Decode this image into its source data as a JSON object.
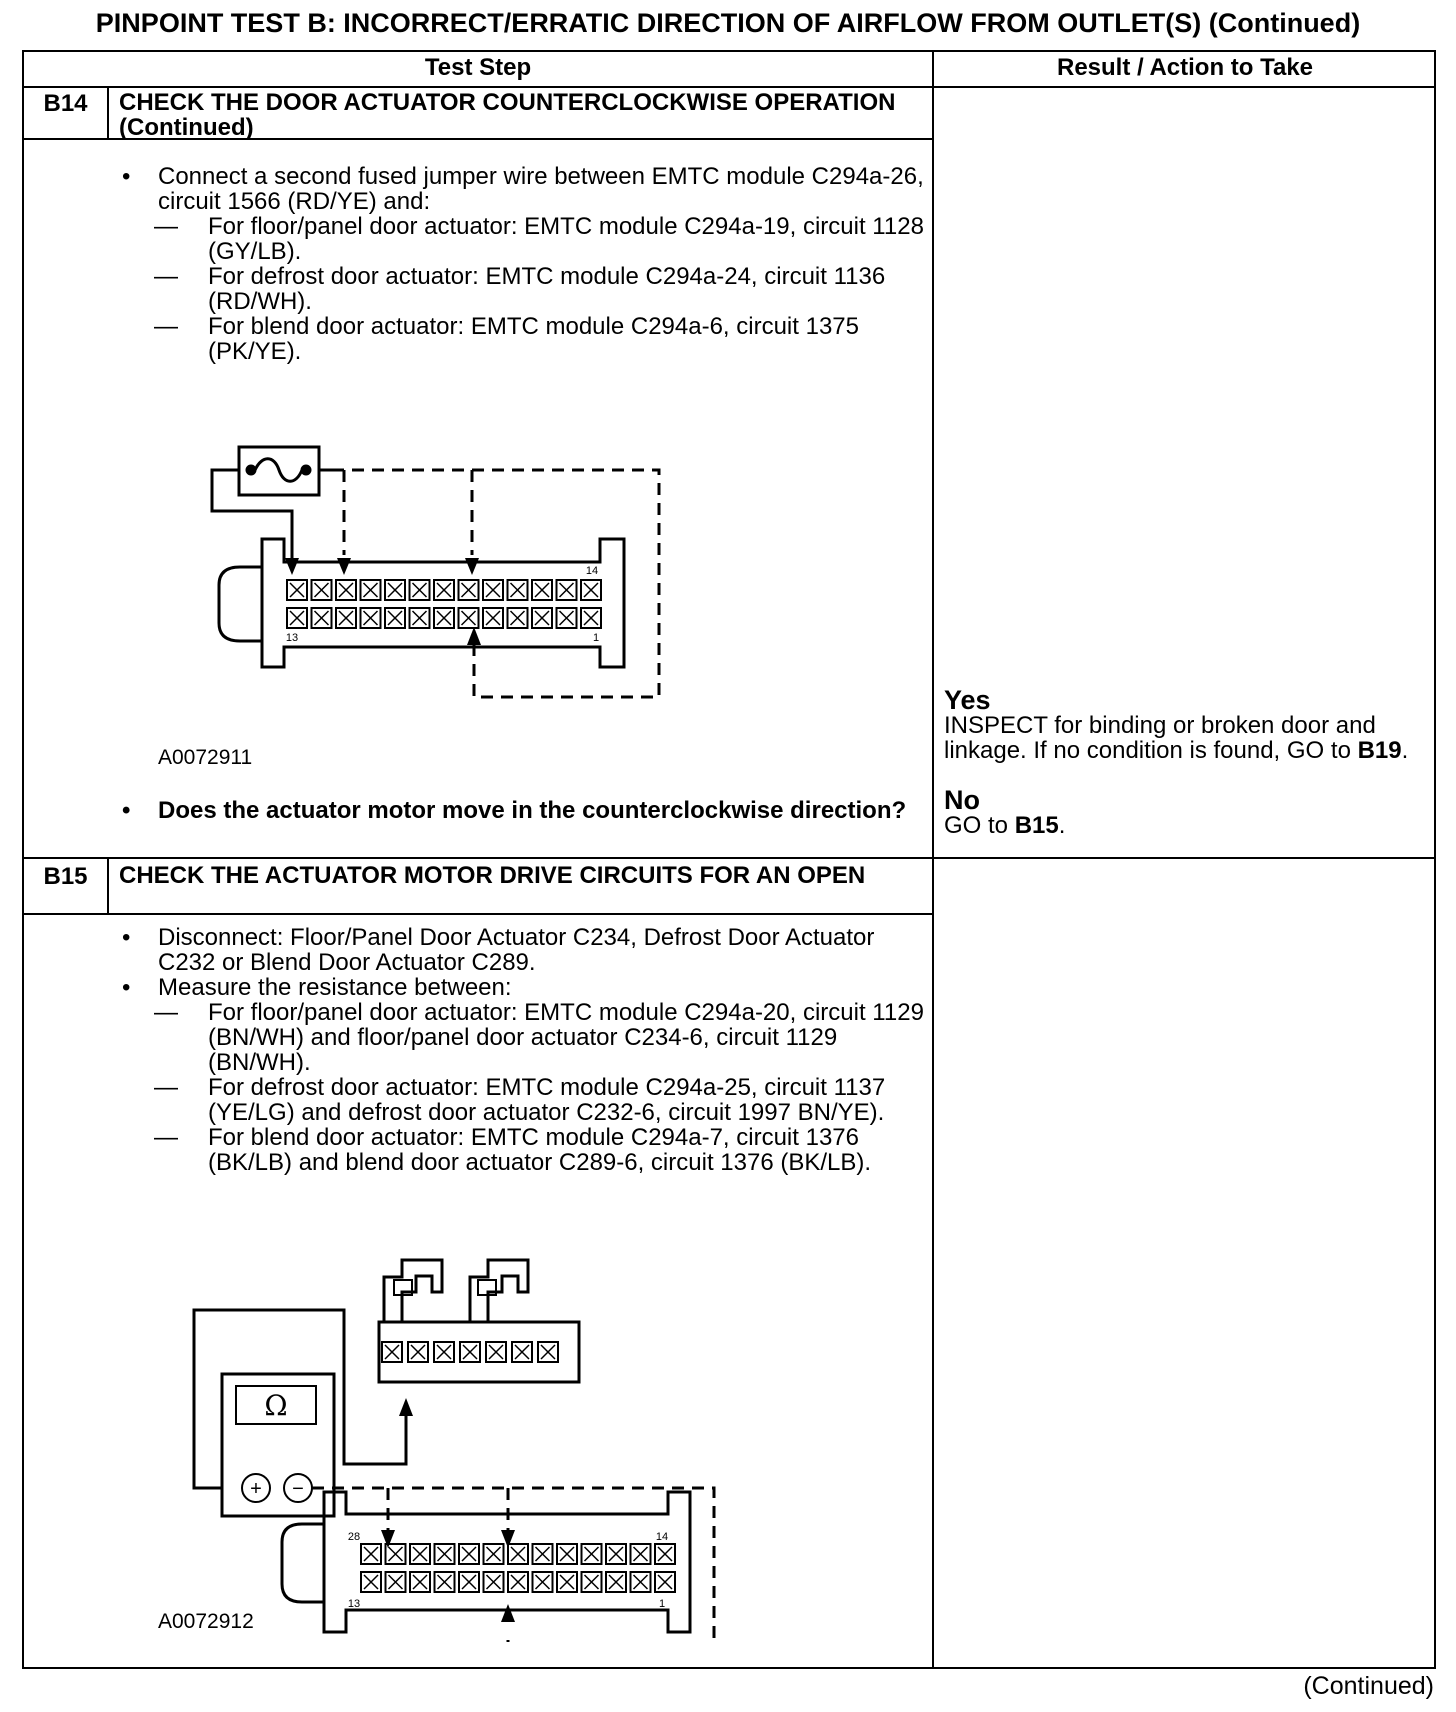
{
  "title": "PINPOINT TEST  B: INCORRECT/ERRATIC DIRECTION OF AIRFLOW FROM OUTLET(S) (Continued)",
  "headers": {
    "test_step": "Test Step",
    "result": "Result / Action to Take"
  },
  "b14": {
    "num": "B14",
    "title": "CHECK THE DOOR ACTUATOR COUNTERCLOCKWISE OPERATION (Continued)",
    "bullet1": "Connect a second fused jumper wire between EMTC module C294a-26, circuit 1566 (RD/YE) and:",
    "dashes": [
      "For floor/panel door actuator: EMTC module C294a-19, circuit 1128 (GY/LB).",
      "For defrost door actuator: EMTC module C294a-24, circuit 1136 (RD/WH).",
      "For blend door actuator: EMTC module C294a-6, circuit 1375 (PK/YE)."
    ],
    "figure_id": "A0072911",
    "pin_labels": [
      "14",
      "13",
      "1"
    ],
    "question": "Does the actuator motor move in the counterclockwise direction?",
    "yes_label": "Yes",
    "yes_text_1": "INSPECT for binding or broken door and linkage. If no condition is found, GO to",
    "yes_ref": "B19",
    "yes_end": ".",
    "no_label": "No",
    "no_text": "GO to",
    "no_ref": "B15",
    "no_end": "."
  },
  "b15": {
    "num": "B15",
    "title": "CHECK THE ACTUATOR MOTOR DRIVE CIRCUITS FOR AN OPEN",
    "bullet1": "Disconnect: Floor/Panel Door Actuator C234, Defrost Door Actuator C232 or Blend Door Actuator C289.",
    "bullet2": "Measure the resistance between:",
    "dashes": [
      "For floor/panel door actuator: EMTC module C294a-20, circuit 1129 (BN/WH) and floor/panel door actuator C234-6, circuit 1129 (BN/WH).",
      "For defrost door actuator: EMTC module C294a-25, circuit 1137 (YE/LG) and defrost door actuator C232-6, circuit 1997 BN/YE).",
      "For blend door actuator: EMTC module C294a-7, circuit 1376 (BK/LB) and blend door actuator C289-6, circuit 1376 (BK/LB)."
    ],
    "figure_id": "A0072912",
    "meter_symbol": "Ω",
    "meter_plus": "+",
    "meter_minus": "−",
    "pin_labels": [
      "28",
      "14",
      "13",
      "1"
    ]
  },
  "footer": "(Continued)"
}
